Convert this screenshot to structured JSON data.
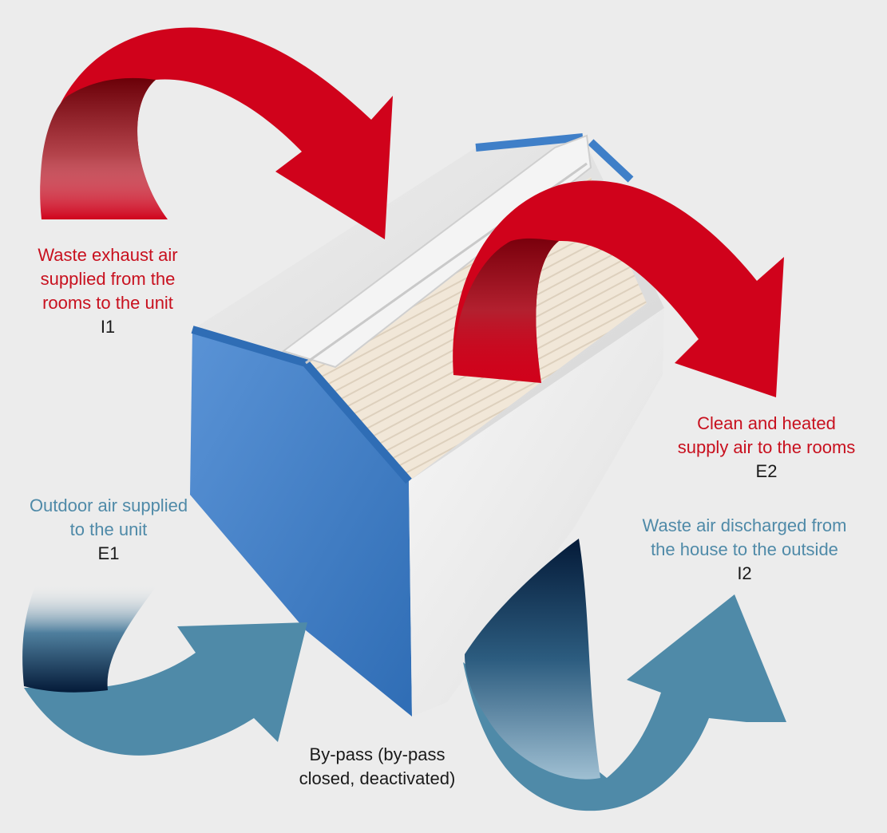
{
  "labels": {
    "exhaust": {
      "lines": [
        "Waste exhaust air",
        "supplied from the",
        "rooms to the unit"
      ],
      "code": "I1"
    },
    "supply": {
      "lines": [
        "Clean and heated",
        "supply air to the rooms"
      ],
      "code": "E2"
    },
    "outdoor": {
      "lines": [
        "Outdoor air supplied",
        "to the unit"
      ],
      "code": "E1"
    },
    "waste": {
      "lines": [
        "Waste air discharged from",
        "the house to the outside"
      ],
      "code": "I2"
    },
    "bypass": {
      "lines": [
        "By-pass (by-pass",
        "closed, deactivated)"
      ]
    }
  },
  "colors": {
    "background": "#ececec",
    "warm_arrow": "#d0021b",
    "warm_arrow_dark": "#6b0008",
    "cool_arrow": "#4f8aa8",
    "cool_arrow_dark": "#041a38",
    "frame_blue": "#3f7fc8",
    "warm_text": "#c8101e",
    "cool_text": "#4f8aa8"
  },
  "icons": {
    "exhaust_arrow": "curved-arrow-red",
    "supply_arrow": "curved-arrow-red",
    "outdoor_arrow": "curved-arrow-blue",
    "waste_arrow": "curved-arrow-blue",
    "unit": "heat-exchanger-cassette"
  }
}
